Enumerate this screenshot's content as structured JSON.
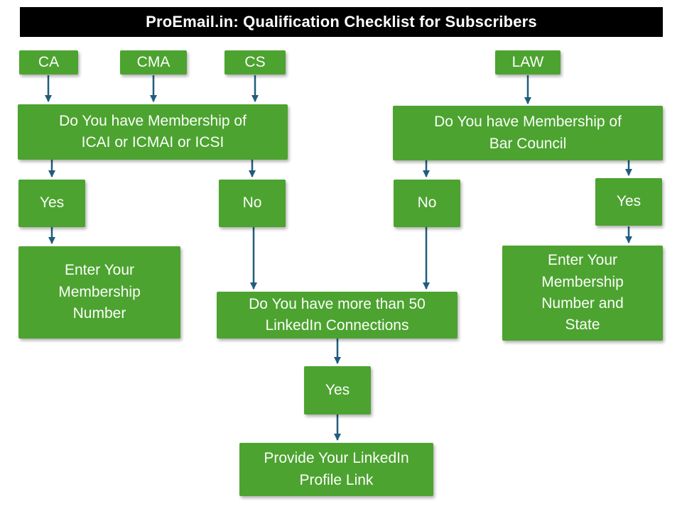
{
  "title": "ProEmail.in: Qualification Checklist for Subscribers",
  "colors": {
    "box_green": "#4CA330",
    "arrow_teal": "#1F5D7D",
    "title_bg": "#000000",
    "title_text": "#FFFFFF",
    "node_text": "#FBFEF9"
  },
  "nodes": {
    "ca": "CA",
    "cma": "CMA",
    "cs": "CS",
    "law": "LAW",
    "q_icai": "Do You have Membership of ICAI or ICMAI or ICSI",
    "q_bar": "Do You have Membership of Bar Council",
    "yes_left": "Yes",
    "no_left": "No",
    "no_right": "No",
    "yes_right": "Yes",
    "enter_membership": "Enter Your Membership Number",
    "enter_membership_state": "Enter Your Membership Number and State",
    "q_linkedin": "Do You have more than 50 LinkedIn Connections",
    "yes_linkedin": "Yes",
    "provide_linkedin": "Provide Your LinkedIn Profile Link"
  }
}
